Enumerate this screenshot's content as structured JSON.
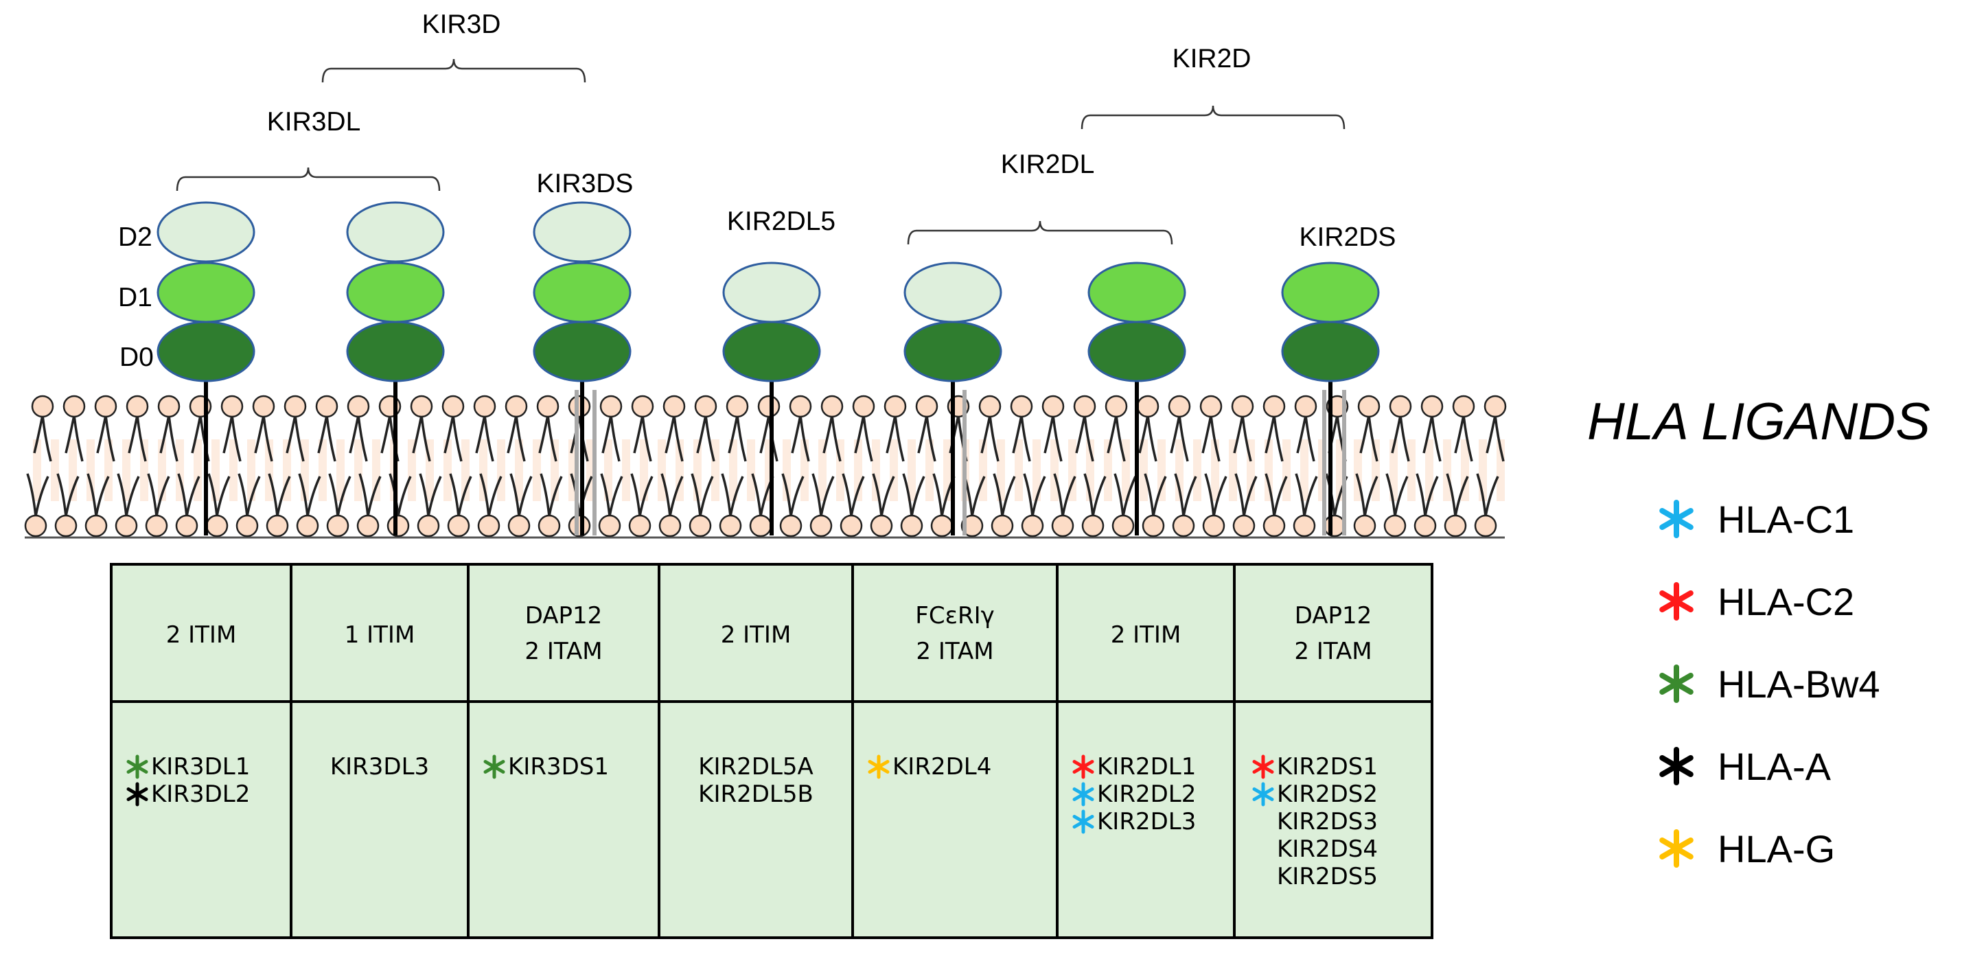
{
  "family_labels": {
    "kir3d": "KIR3D",
    "kir3dl": "KIR3DL",
    "kir3ds": "KIR3DS",
    "kir2dl5": "KIR2DL5",
    "kir2d": "KIR2D",
    "kir2dl": "KIR2DL",
    "kir2ds": "KIR2DS"
  },
  "domain_labels": {
    "d2": "D2",
    "d1": "D1",
    "d0": "D0"
  },
  "receptors": [
    {
      "domains": [
        "D2",
        "D1",
        "D0"
      ],
      "motif": [
        "2 ITIM"
      ],
      "genes": [
        {
          "name": "KIR3DL1",
          "ligand": "HLA-Bw4"
        },
        {
          "name": "KIR3DL2",
          "ligand": "HLA-A"
        }
      ]
    },
    {
      "domains": [
        "D2",
        "D1",
        "D0"
      ],
      "motif": [
        "1 ITIM"
      ],
      "genes": [
        {
          "name": "KIR3DL3",
          "ligand": null
        }
      ]
    },
    {
      "domains": [
        "D2",
        "D1",
        "D0"
      ],
      "motif": [
        "DAP12",
        "2 ITAM"
      ],
      "genes": [
        {
          "name": "KIR3DS1",
          "ligand": "HLA-Bw4"
        }
      ]
    },
    {
      "domains": [
        "D2",
        "D0"
      ],
      "motif": [
        "2 ITIM"
      ],
      "genes": [
        {
          "name": "KIR2DL5A",
          "ligand": null
        },
        {
          "name": "KIR2DL5B",
          "ligand": null
        }
      ]
    },
    {
      "domains": [
        "D2",
        "D0"
      ],
      "motif": [
        "FCεRIγ",
        "2 ITAM"
      ],
      "genes": [
        {
          "name": "KIR2DL4",
          "ligand": "HLA-G"
        }
      ]
    },
    {
      "domains": [
        "D1",
        "D0"
      ],
      "motif": [
        "2 ITIM"
      ],
      "genes": [
        {
          "name": "KIR2DL1",
          "ligand": "HLA-C2"
        },
        {
          "name": "KIR2DL2",
          "ligand": "HLA-C1"
        },
        {
          "name": "KIR2DL3",
          "ligand": "HLA-C1"
        }
      ]
    },
    {
      "domains": [
        "D1",
        "D0"
      ],
      "motif": [
        "DAP12",
        "2 ITAM"
      ],
      "genes": [
        {
          "name": "KIR2DS1",
          "ligand": "HLA-C2"
        },
        {
          "name": "KIR2DS2",
          "ligand": "HLA-C1"
        },
        {
          "name": "KIR2DS3",
          "ligand": null
        },
        {
          "name": "KIR2DS4",
          "ligand": null
        },
        {
          "name": "KIR2DS5",
          "ligand": null
        }
      ]
    }
  ],
  "legend": {
    "title": "HLA LIGANDS",
    "items": [
      {
        "label": "HLA-C1",
        "color": "#1ab0ec",
        "icon": "asterisk-icon"
      },
      {
        "label": "HLA-C2",
        "color": "#ff1a1a",
        "icon": "asterisk-icon"
      },
      {
        "label": "HLA-Bw4",
        "color": "#3a8a2e",
        "icon": "asterisk-icon"
      },
      {
        "label": "HLA-A",
        "color": "#000000",
        "icon": "asterisk-icon"
      },
      {
        "label": "HLA-G",
        "color": "#ffc000",
        "icon": "asterisk-icon"
      }
    ]
  },
  "colors": {
    "domain_pale": "#deefdc",
    "domain_mid": "#6ed648",
    "domain_dark": "#2f7d2f",
    "domain_stroke": "#2e5d9f",
    "table_fill": "#dcefd9",
    "lipid_head": "#fcdcc6"
  }
}
